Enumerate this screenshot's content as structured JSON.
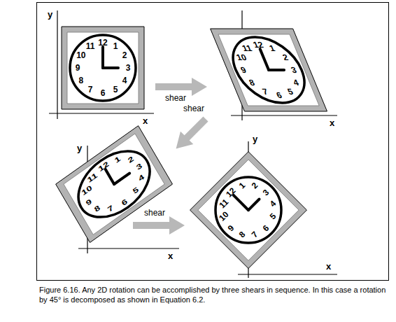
{
  "diagram": {
    "caption": "Figure 6.16. Any 2D rotation can be accomplished by three shears in sequence. In this case a rotation by 45° is decomposed as shown in Equation 6.2.",
    "labels": [
      "y",
      "12",
      "1",
      "2",
      "3",
      "4",
      "5",
      "6",
      "7",
      "8",
      "9",
      "10",
      "11",
      "x",
      "shear",
      "12",
      "1",
      "2",
      "3",
      "4",
      "5",
      "6",
      "7",
      "8",
      "9",
      "10",
      "11",
      "x",
      "shear",
      "y",
      "12",
      "1",
      "2",
      "3",
      "4",
      "5",
      "6",
      "7",
      "8",
      "9",
      "10",
      "11",
      "x",
      "shear",
      "y",
      "12",
      "1",
      "2",
      "3",
      "4",
      "5",
      "6",
      "7",
      "8",
      "9",
      "10",
      "11",
      "x"
    ]
  }
}
